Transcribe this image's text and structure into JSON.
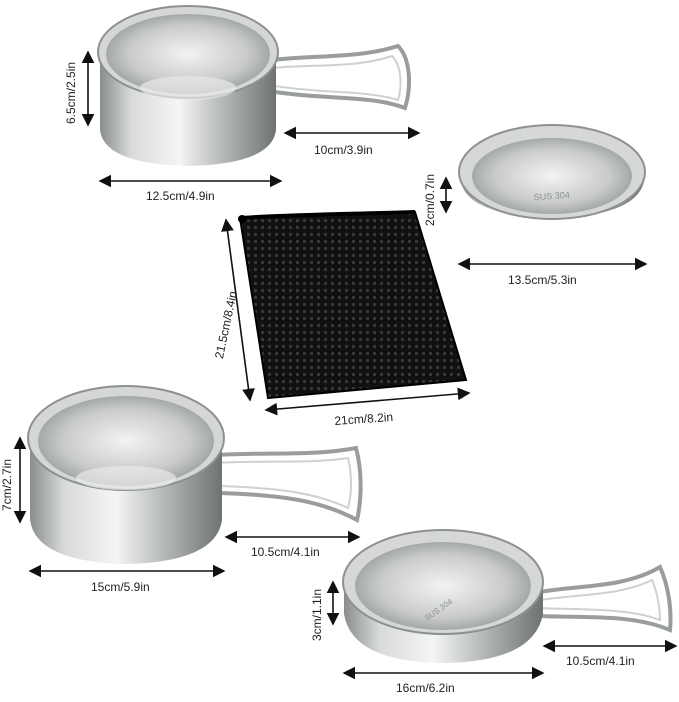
{
  "image": {
    "background": "#ffffff",
    "steel_light": "#e9eaea",
    "steel_mid": "#b9bbbb",
    "steel_dark": "#7c7f80",
    "mesh_color": "#111111",
    "arrow_color": "#111111"
  },
  "items": {
    "pot_small": {
      "name": "small-pot",
      "height_label": "6.5cm/2.5in",
      "diameter_label": "12.5cm/4.9in",
      "handle_label": "10cm/3.9in"
    },
    "plate": {
      "name": "plate",
      "height_label": "2cm/0.7in",
      "diameter_label": "13.5cm/5.3in",
      "stamp": "SUS 304"
    },
    "mesh_bag": {
      "name": "mesh-bag",
      "height_label": "21.5cm/8.4in",
      "width_label": "21cm/8.2in"
    },
    "pot_large": {
      "name": "large-pot",
      "height_label": "7cm/2.7in",
      "diameter_label": "15cm/5.9in",
      "handle_label": "10.5cm/4.1in"
    },
    "pan": {
      "name": "frying-pan",
      "height_label": "3cm/1.1in",
      "diameter_label": "16cm/6.2in",
      "handle_label": "10.5cm/4.1in",
      "stamp": "SUS 304"
    }
  }
}
